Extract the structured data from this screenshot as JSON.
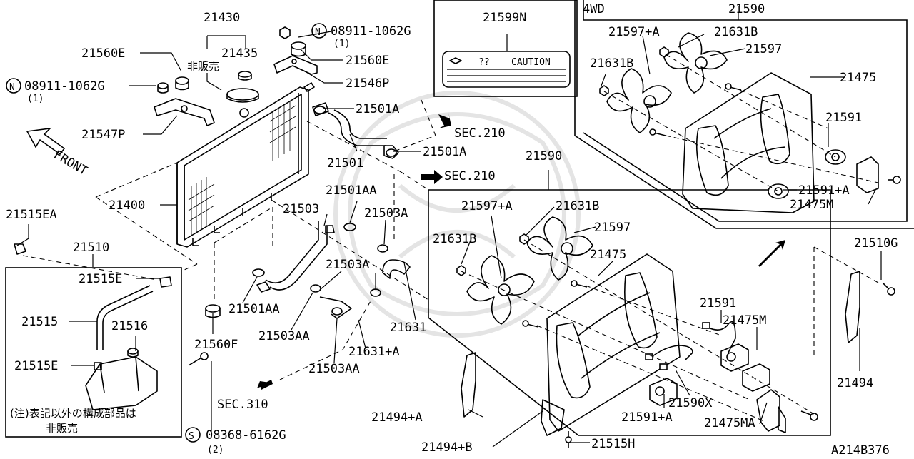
{
  "labels": {
    "l21430": "21430",
    "l21560E_a": "21560E",
    "l21435": "21435",
    "l_hihanbai_a": "非販売",
    "l_n_08911_left": "08911-1062G",
    "l_n_qty_left": "(1)",
    "l21547P": "21547P",
    "l_front": "FRONT",
    "l_n_08911_top": "08911-1062G",
    "l_n_qty_top": "(1)",
    "l21560E_b": "21560E",
    "l21546P": "21546P",
    "l21501A_a": "21501A",
    "l21501": "21501",
    "l21501A_b": "21501A",
    "l21599N": "21599N",
    "l_caution_num": "??",
    "l_caution": "CAUTION",
    "l_sec210_a": "SEC.210",
    "l_sec210_b": "SEC.210",
    "l21400": "21400",
    "l21515EA": "21515EA",
    "l21510": "21510",
    "l21515E_a": "21515E",
    "l21515": "21515",
    "l21516": "21516",
    "l21515E_b": "21515E",
    "l_note_a": "(注)表記以外の構成部品は",
    "l_note_b": "非販売",
    "l21501AA_a": "21501AA",
    "l21503": "21503",
    "l21503A_a": "21503A",
    "l21503A_b": "21503A",
    "l21501AA_b": "21501AA",
    "l21503AA_a": "21503AA",
    "l21560F": "21560F",
    "l21631": "21631",
    "l21631A": "21631+A",
    "l21503AA_b": "21503AA",
    "l_sec310": "SEC.310",
    "l_s_08368": "08368-6162G",
    "l_s_qty": "(2)",
    "l_4wd": "4WD",
    "l21590_top": "21590",
    "l21597A_top": "21597+A",
    "l21631B_top": "21631B",
    "l21597_top": "21597",
    "l21631B_top2": "21631B",
    "l21475_top": "21475",
    "l21591_top": "21591",
    "l21591A_top": "21591+A",
    "l21475M_top": "21475M",
    "l21590_mid": "21590",
    "l21597A_mid": "21597+A",
    "l21631B_mid": "21631B",
    "l21631B_mid2": "21631B",
    "l21597_mid": "21597",
    "l21475_mid": "21475",
    "l21591_mid": "21591",
    "l21475M_mid": "21475M",
    "l21590X": "21590X",
    "l21591A_mid": "21591+A",
    "l21475MA": "21475MA",
    "l21494A": "21494+A",
    "l21494B": "21494+B",
    "l21515H": "21515H",
    "l21510G": "21510G",
    "l21494": "21494",
    "l_ref": "A214B376",
    "l_n_circle": "N",
    "l_s_circle": "S"
  },
  "icons": {
    "front_arrow": "outline-arrow-icon",
    "sec_arrow": "filled-arrow-icon",
    "circle_n": "circled-n-icon",
    "circle_s": "circled-s-icon"
  },
  "colors": {
    "ink": "#000000",
    "paper": "#ffffff",
    "watermark": "#e4e4e4"
  }
}
